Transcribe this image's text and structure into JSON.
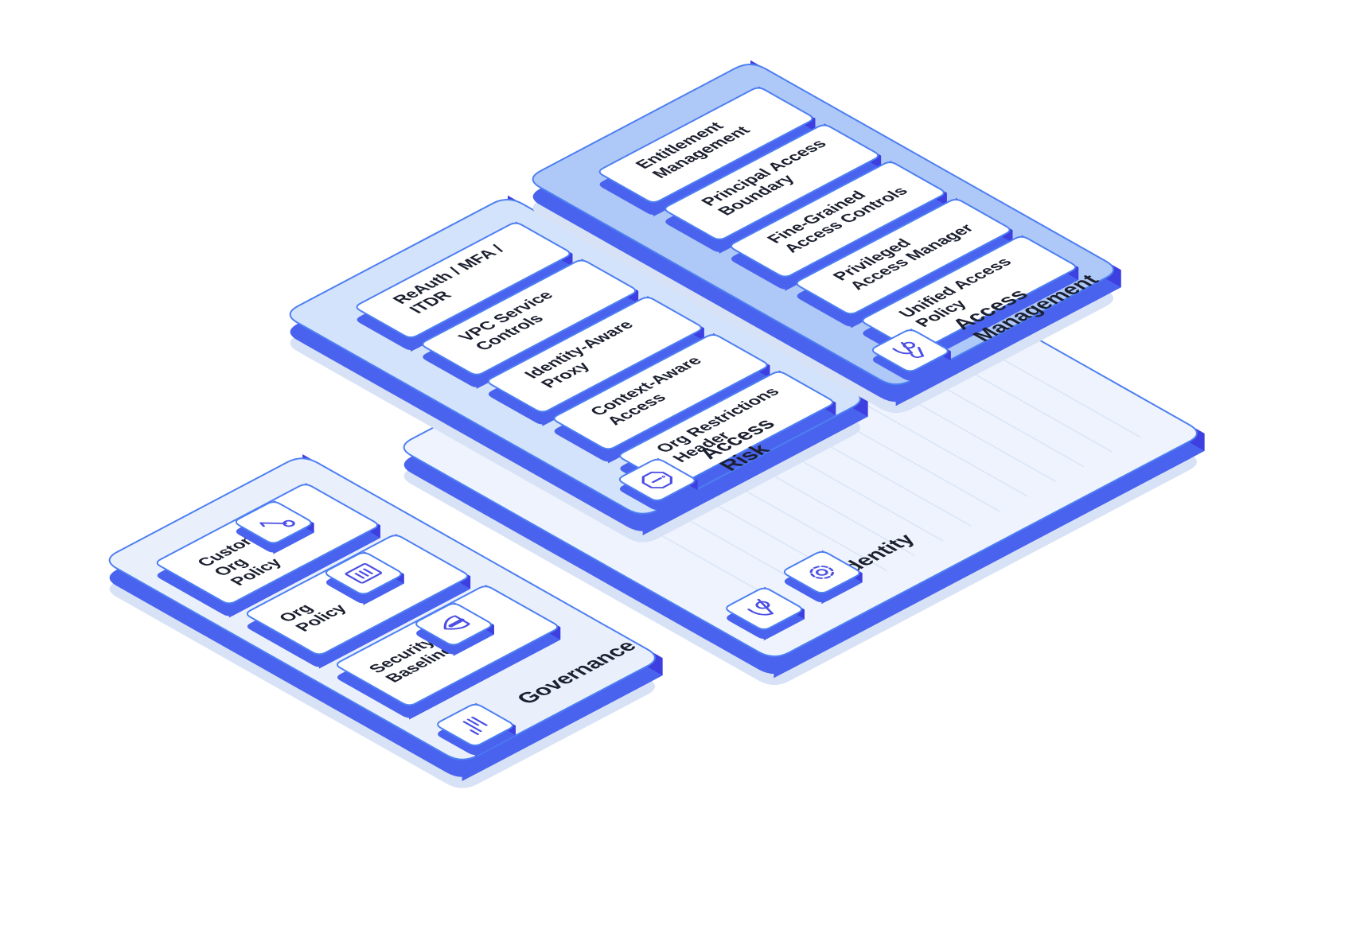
{
  "colors": {
    "edge": "#4a63ee",
    "edge_dark": "#3e3fe0",
    "stroke": "#4d7ff2",
    "card_top": "#ffffff",
    "shadow": "#d8e2f7",
    "icon_glyph": "#4b4fe3"
  },
  "platforms": [
    {
      "id": "identity",
      "label": [
        "Identity"
      ],
      "top_color": "#eef3fd",
      "icons": [
        "person-icon",
        "gear-icon"
      ]
    },
    {
      "id": "access-risk",
      "label": [
        "Access",
        "Risk"
      ],
      "top_color": "#d3e3fb",
      "icons": [
        "alert-octagon-icon"
      ]
    },
    {
      "id": "access-management",
      "label": [
        "Access",
        "Management"
      ],
      "top_color": "#aec8f8",
      "icons": [
        "users-icon"
      ]
    },
    {
      "id": "governance",
      "label": [
        "Governance"
      ],
      "top_color": "#e9f0fc",
      "icons": [
        "document-lines-icon"
      ]
    }
  ],
  "cards": {
    "access_management": [
      [
        "Entitlement",
        "Management"
      ],
      [
        "Principal Access",
        "Boundary"
      ],
      [
        "Fine-Grained",
        "Access Controls"
      ],
      [
        "Privileged",
        "Access Manager"
      ],
      [
        "Unified Access",
        "Policy"
      ]
    ],
    "access_risk": [
      [
        "ReAuth / MFA /",
        "ITDR"
      ],
      [
        "VPC Service",
        "Controls"
      ],
      [
        "Identity-Aware",
        "Proxy"
      ],
      [
        "Context-Aware",
        "Access"
      ],
      [
        "Org Restrictions",
        "Header"
      ]
    ],
    "governance": [
      {
        "lines": [
          "Custom",
          "Org",
          "Policy"
        ],
        "icon": "wrench-icon"
      },
      {
        "lines": [
          "Org",
          "Policy"
        ],
        "icon": "list-document-icon"
      },
      {
        "lines": [
          "Security",
          "Baseline"
        ],
        "icon": "shield-icon"
      }
    ]
  }
}
